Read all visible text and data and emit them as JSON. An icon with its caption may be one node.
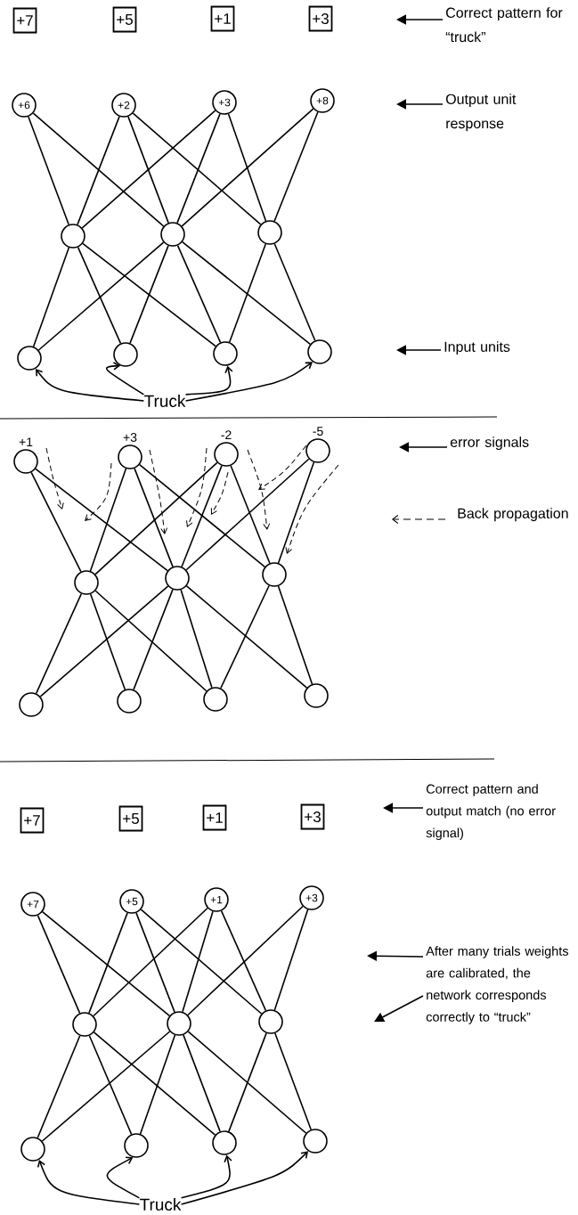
{
  "diagram": {
    "nodes": [
      {
        "text": [
          "+7"
        ]
      },
      {
        "text": [
          "+5"
        ]
      },
      {
        "text": [
          "+1"
        ]
      },
      {
        "text": [
          "+3"
        ]
      },
      {
        "text": [
          "Correct pattern for “truck”"
        ]
      },
      {
        "text": [
          "+6"
        ]
      },
      {
        "text": [
          "+2"
        ]
      },
      {
        "text": [
          "+3"
        ]
      },
      {
        "text": [
          "+8"
        ]
      },
      {
        "text": [
          "Output unit response"
        ]
      },
      {
        "text": [],
        "shape": "circle"
      },
      {
        "text": [],
        "shape": "circle"
      },
      {
        "text": [],
        "shape": "circle"
      },
      {
        "text": [],
        "shape": "circle"
      },
      {
        "text": [],
        "shape": "circle"
      },
      {
        "text": [],
        "shape": "circle"
      },
      {
        "text": [],
        "shape": "circle"
      },
      {
        "text": [
          "Input units"
        ]
      },
      {
        "text": [
          "Truck"
        ]
      },
      {
        "text": [],
        "shape": "circle",
        "beside": [
          "+1"
        ]
      },
      {
        "text": [],
        "shape": "circle",
        "beside": [
          "+3"
        ]
      },
      {
        "text": [],
        "shape": "circle",
        "beside": [
          "-2"
        ]
      },
      {
        "text": [],
        "shape": "circle",
        "beside": [
          "-5"
        ]
      },
      {
        "text": [
          "error signals"
        ]
      },
      {
        "text": [],
        "shape": "circle"
      },
      {
        "text": [],
        "shape": "circle"
      },
      {
        "text": [],
        "shape": "circle"
      },
      {
        "text": [],
        "shape": "circle"
      },
      {
        "text": [],
        "shape": "circle"
      },
      {
        "text": [],
        "shape": "circle"
      },
      {
        "text": [],
        "shape": "circle"
      },
      {
        "text": [
          "+7"
        ]
      },
      {
        "text": [
          "+5"
        ]
      },
      {
        "text": [
          "+1"
        ]
      },
      {
        "text": [
          "+3"
        ]
      },
      {
        "text": [
          "Correct pattern and output match (no error signal)"
        ]
      },
      {
        "text": [
          "+7"
        ]
      },
      {
        "text": [
          "+5"
        ]
      },
      {
        "text": [
          "+1"
        ]
      },
      {
        "text": [
          "+3"
        ]
      },
      {
        "text": [
          "After many trials weights are calibrated, the network corresponds correctly to “truck”"
        ]
      },
      {
        "text": [],
        "shape": "circle"
      },
      {
        "text": [],
        "shape": "circle"
      },
      {
        "text": [],
        "shape": "circle"
      },
      {
        "text": [],
        "shape": "circle"
      },
      {
        "text": [],
        "shape": "circle"
      },
      {
        "text": [],
        "shape": "circle"
      },
      {
        "text": [],
        "shape": "circle"
      },
      {
        "text": [
          "Truck"
        ]
      }
    ],
    "edges": [
      {
        "from": 5,
        "to": 10,
        "arrow": "none"
      },
      {
        "from": 5,
        "to": 11,
        "arrow": "none"
      },
      {
        "from": 6,
        "to": 10,
        "arrow": "none"
      },
      {
        "from": 6,
        "to": 11,
        "arrow": "none"
      },
      {
        "from": 6,
        "to": 12,
        "arrow": "none"
      },
      {
        "from": 7,
        "to": 10,
        "arrow": "none"
      },
      {
        "from": 7,
        "to": 11,
        "arrow": "none"
      },
      {
        "from": 7,
        "to": 12,
        "arrow": "none"
      },
      {
        "from": 8,
        "to": 11,
        "arrow": "none"
      },
      {
        "from": 8,
        "to": 12,
        "arrow": "none"
      },
      {
        "from": 10,
        "to": 13,
        "arrow": "none"
      },
      {
        "from": 10,
        "to": 14,
        "arrow": "none"
      },
      {
        "from": 10,
        "to": 15,
        "arrow": "none"
      },
      {
        "from": 11,
        "to": 13,
        "arrow": "none"
      },
      {
        "from": 11,
        "to": 14,
        "arrow": "none"
      },
      {
        "from": 11,
        "to": 15,
        "arrow": "none"
      },
      {
        "from": 11,
        "to": 16,
        "arrow": "none"
      },
      {
        "from": 12,
        "to": 15,
        "arrow": "none"
      },
      {
        "from": 12,
        "to": 16,
        "arrow": "none"
      },
      {
        "from": 4,
        "to": null,
        "arrow": "to"
      },
      {
        "from": 9,
        "to": null,
        "arrow": "to"
      },
      {
        "from": 17,
        "to": null,
        "arrow": "to"
      },
      {
        "from": 18,
        "to": 13,
        "arrow": "to"
      },
      {
        "from": 18,
        "to": 14,
        "arrow": "to"
      },
      {
        "from": 18,
        "to": 15,
        "arrow": "to"
      },
      {
        "from": 18,
        "to": 16,
        "arrow": "to"
      },
      {
        "from": 19,
        "to": 24,
        "arrow": "none"
      },
      {
        "from": 19,
        "to": 25,
        "arrow": "none"
      },
      {
        "from": 20,
        "to": 24,
        "arrow": "none"
      },
      {
        "from": 20,
        "to": 25,
        "arrow": "none"
      },
      {
        "from": 20,
        "to": 26,
        "arrow": "none"
      },
      {
        "from": 21,
        "to": 24,
        "arrow": "none"
      },
      {
        "from": 21,
        "to": 25,
        "arrow": "none"
      },
      {
        "from": 21,
        "to": 26,
        "arrow": "none"
      },
      {
        "from": 22,
        "to": 25,
        "arrow": "none"
      },
      {
        "from": 22,
        "to": 26,
        "arrow": "none"
      },
      {
        "from": 24,
        "to": 27,
        "arrow": "none"
      },
      {
        "from": 24,
        "to": 28,
        "arrow": "none"
      },
      {
        "from": 24,
        "to": 29,
        "arrow": "none"
      },
      {
        "from": 25,
        "to": 27,
        "arrow": "none"
      },
      {
        "from": 25,
        "to": 28,
        "arrow": "none"
      },
      {
        "from": 25,
        "to": 29,
        "arrow": "none"
      },
      {
        "from": 25,
        "to": 30,
        "arrow": "none"
      },
      {
        "from": 26,
        "to": 29,
        "arrow": "none"
      },
      {
        "from": 26,
        "to": 30,
        "arrow": "none"
      },
      {
        "from": 23,
        "to": null,
        "arrow": "to"
      },
      {
        "from": 36,
        "to": 41,
        "arrow": "none"
      },
      {
        "from": 36,
        "to": 42,
        "arrow": "none"
      },
      {
        "from": 37,
        "to": 41,
        "arrow": "none"
      },
      {
        "from": 37,
        "to": 42,
        "arrow": "none"
      },
      {
        "from": 37,
        "to": 43,
        "arrow": "none"
      },
      {
        "from": 38,
        "to": 41,
        "arrow": "none"
      },
      {
        "from": 38,
        "to": 42,
        "arrow": "none"
      },
      {
        "from": 38,
        "to": 43,
        "arrow": "none"
      },
      {
        "from": 39,
        "to": 42,
        "arrow": "none"
      },
      {
        "from": 39,
        "to": 43,
        "arrow": "none"
      },
      {
        "from": 41,
        "to": 44,
        "arrow": "none"
      },
      {
        "from": 41,
        "to": 45,
        "arrow": "none"
      },
      {
        "from": 41,
        "to": 46,
        "arrow": "none"
      },
      {
        "from": 42,
        "to": 44,
        "arrow": "none"
      },
      {
        "from": 42,
        "to": 45,
        "arrow": "none"
      },
      {
        "from": 42,
        "to": 46,
        "arrow": "none"
      },
      {
        "from": 42,
        "to": 47,
        "arrow": "none"
      },
      {
        "from": 43,
        "to": 46,
        "arrow": "none"
      },
      {
        "from": 43,
        "to": 47,
        "arrow": "none"
      },
      {
        "from": 35,
        "to": null,
        "arrow": "to"
      },
      {
        "from": 40,
        "to": null,
        "arrow": "to"
      },
      {
        "from": 40,
        "to": null,
        "arrow": "to"
      },
      {
        "from": 48,
        "to": 44,
        "arrow": "to"
      },
      {
        "from": 48,
        "to": 45,
        "arrow": "to"
      },
      {
        "from": 48,
        "to": 46,
        "arrow": "to"
      },
      {
        "from": 48,
        "to": 47,
        "arrow": "to"
      }
    ],
    "legend": [
      {
        "text": "Back propagation"
      }
    ]
  }
}
